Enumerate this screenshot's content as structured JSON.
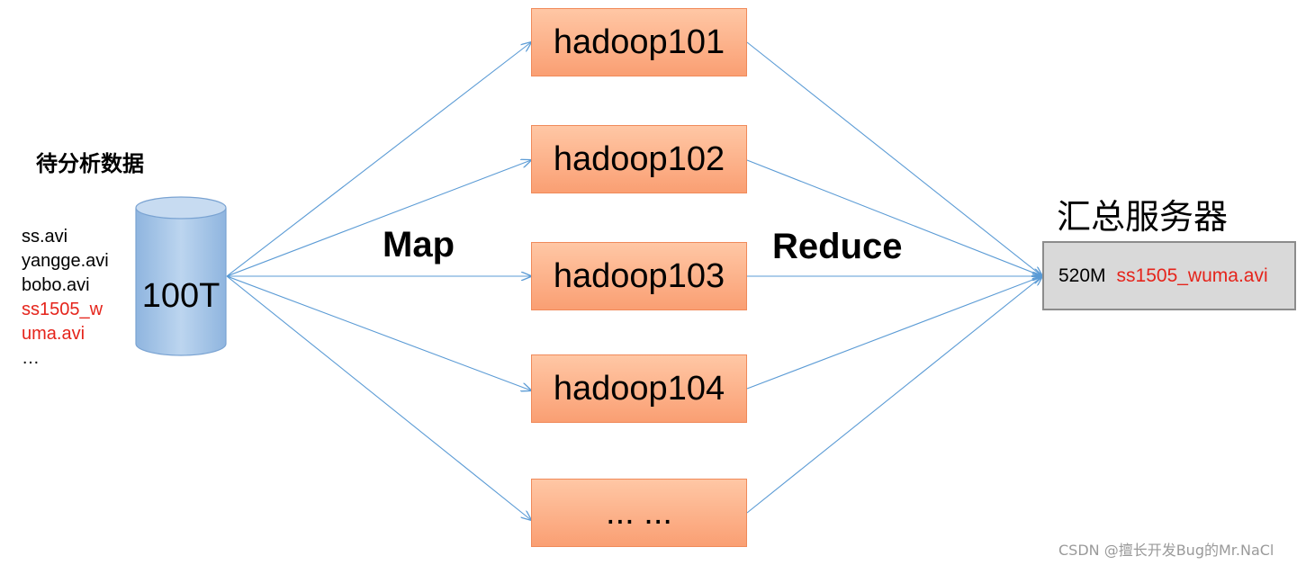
{
  "source": {
    "title": "待分析数据",
    "files": [
      {
        "text": "ss.avi",
        "highlight": false
      },
      {
        "text": "yangge.avi",
        "highlight": false
      },
      {
        "text": "bobo.avi",
        "highlight": false
      },
      {
        "text": "ss1505_w",
        "highlight": true
      },
      {
        "text": "uma.avi",
        "highlight": true
      },
      {
        "text": "…",
        "highlight": false
      }
    ],
    "database_label": "100T"
  },
  "phases": {
    "map": "Map",
    "reduce": "Reduce"
  },
  "nodes": [
    {
      "label": "hadoop101"
    },
    {
      "label": "hadoop102"
    },
    {
      "label": "hadoop103"
    },
    {
      "label": "hadoop104"
    },
    {
      "label": "... ..."
    }
  ],
  "server": {
    "title": "汇总服务器",
    "size": "520M",
    "file": "ss1505_wuma.avi"
  },
  "watermark": "CSDN @擅长开发Bug的Mr.NaCl",
  "colors": {
    "node_fill": "#fa9f73",
    "arrow": "#5b9bd5",
    "highlight_text": "#e5241b",
    "server_fill": "#d9d9d9",
    "database_fill": "#9dc3e6"
  }
}
